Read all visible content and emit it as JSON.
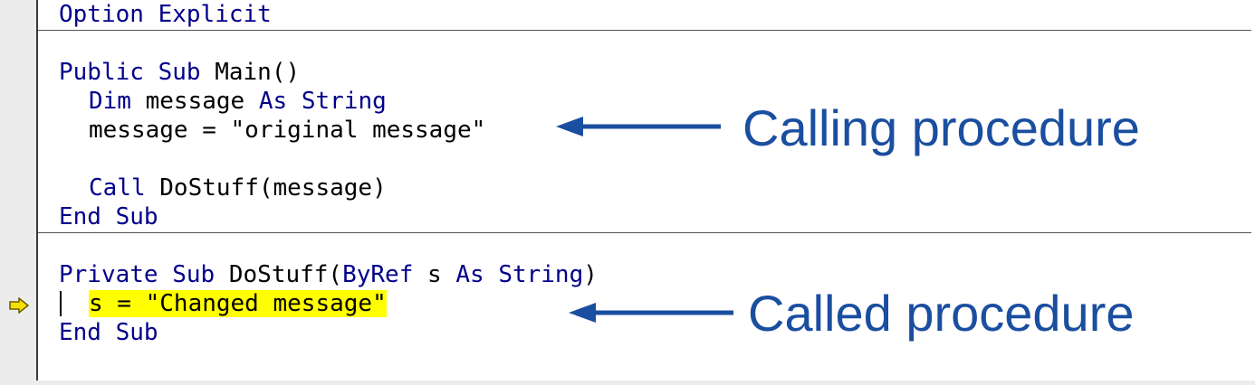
{
  "colors": {
    "keyword": "#00008b",
    "text": "#000000",
    "highlight": "#ffff00",
    "annotation": "#1a4ea0",
    "execution_arrow": "#f5e100"
  },
  "code": {
    "option_kw1": "Option",
    "option_kw2": "Explicit",
    "main_public": "Public",
    "main_sub": "Sub",
    "main_name": "Main()",
    "dim_kw": "Dim",
    "dim_var": "message",
    "dim_as": "As",
    "dim_type": "String",
    "assign_stmt": "message = \"original message\"",
    "call_kw": "Call",
    "call_stmt": "DoStuff(message)",
    "end1_kw": "End Sub",
    "priv_kw": "Private",
    "priv_sub": "Sub",
    "priv_name": "DoStuff(",
    "priv_byref": "ByRef",
    "priv_param": "s",
    "priv_as": "As",
    "priv_type": "String",
    "priv_close": ")",
    "highlighted_stmt": "s = \"Changed message\"",
    "end2_kw": "End Sub"
  },
  "annotations": {
    "calling": "Calling procedure",
    "called": "Called procedure"
  },
  "icons": {
    "execution_pointer": "yellow-right-arrow-icon"
  }
}
